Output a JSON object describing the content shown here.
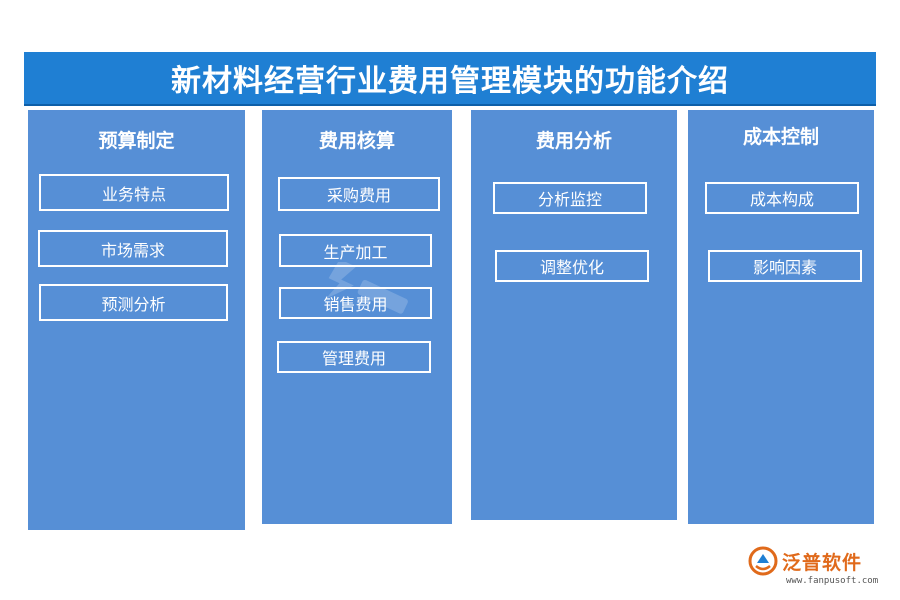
{
  "title": "新材料经营行业费用管理模块的功能介绍",
  "columns": [
    {
      "title": "预算制定",
      "items": [
        "业务特点",
        "市场需求",
        "预测分析"
      ]
    },
    {
      "title": "费用核算",
      "items": [
        "采购费用",
        "生产加工",
        "销售费用",
        "管理费用"
      ]
    },
    {
      "title": "费用分析",
      "items": [
        "分析监控",
        "调整优化"
      ]
    },
    {
      "title": "成本控制",
      "items": [
        "成本构成",
        "影响因素"
      ]
    }
  ],
  "logo": {
    "name": "泛普软件",
    "url": "www.fanpusoft.com"
  },
  "colors": {
    "title_bar": "#1f7fd3",
    "column_fill": "#568fd6",
    "text": "#ffffff",
    "logo_text": "#e06a1b"
  }
}
